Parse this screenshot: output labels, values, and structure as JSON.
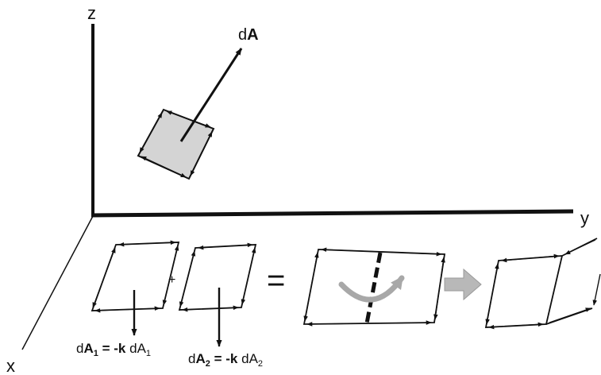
{
  "axes": {
    "z": "z",
    "y": "y",
    "x": "x"
  },
  "vector": {
    "prefix": "d",
    "bold": "A"
  },
  "operators": {
    "plus": "+",
    "equals": "="
  },
  "eq1": {
    "d": "d",
    "A": "A",
    "sub": "1",
    "mid": " = -",
    "k": "k",
    "rest": " dA",
    "sub2": "1"
  },
  "eq2": {
    "d": "d",
    "A": "A",
    "sub": "2",
    "mid": " = -",
    "k": "k",
    "rest": " dA",
    "sub2": "2"
  },
  "colors": {
    "line": "#111111",
    "patch_fill": "#d4d4d4",
    "curved_arrow": "#a8a8a8",
    "block_arrow": "#b8b8b8"
  }
}
